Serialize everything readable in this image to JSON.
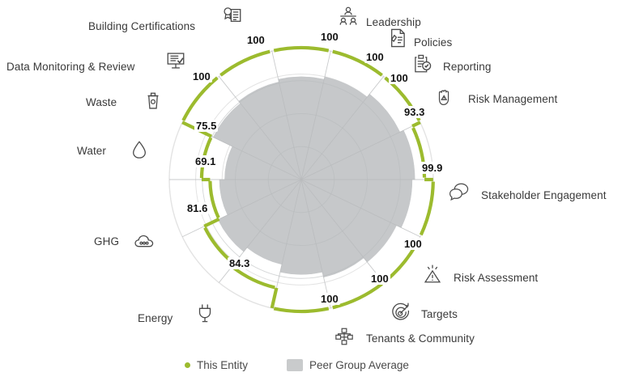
{
  "colors": {
    "entity_green": "#9CBB2E",
    "peer_gray": "#C6C8CA",
    "grid_gray": "#E3E3E3",
    "text": "#3a3a3a"
  },
  "legend": {
    "entity_label": "This Entity",
    "peer_label": "Peer Group Average",
    "entity_marker": "dot-marker",
    "peer_marker": "square-swatch"
  },
  "chart_data": {
    "type": "bar",
    "subtype": "polar-bar",
    "title": "",
    "xlabel": "",
    "ylabel": "",
    "rlim": [
      0,
      100
    ],
    "grid": true,
    "legend_position": "bottom",
    "categories": [
      "Leadership",
      "Policies",
      "Reporting",
      "Risk Management",
      "Stakeholder Engagement",
      "Risk Assessment",
      "Targets",
      "Tenants & Community",
      "Energy",
      "GHG",
      "Water",
      "Waste",
      "Data Monitoring & Review",
      "Building Certifications"
    ],
    "icons": [
      "leadership-icon",
      "policies-icon",
      "reporting-icon",
      "risk-management-icon",
      "stakeholder-engagement-icon",
      "risk-assessment-icon",
      "targets-icon",
      "tenants-community-icon",
      "energy-icon",
      "ghg-icon",
      "water-icon",
      "waste-icon",
      "data-monitoring-icon",
      "building-certifications-icon"
    ],
    "series": [
      {
        "name": "This Entity",
        "values": [
          100,
          100,
          100,
          93.3,
          99.9,
          100,
          100,
          100,
          84.3,
          81.6,
          69.1,
          75.5,
          100,
          100
        ],
        "value_labels": [
          "100",
          "100",
          "100",
          "93.3",
          "99.9",
          "100",
          "100",
          "100",
          "84.3",
          "81.6",
          "69.1",
          "75.5",
          "100",
          "100"
        ]
      },
      {
        "name": "Peer Group Average",
        "values": [
          78,
          80,
          83,
          86,
          84,
          80,
          76,
          72,
          66,
          70,
          62,
          58,
          74,
          76
        ]
      }
    ]
  },
  "labels": {
    "building_certifications": "Building Certifications",
    "data_monitoring": "Data Monitoring & Review",
    "waste": "Waste",
    "water": "Water",
    "ghg": "GHG",
    "energy": "Energy",
    "tenants": "Tenants & Community",
    "targets": "Targets",
    "risk_assessment": "Risk Assessment",
    "stakeholder": "Stakeholder Engagement",
    "risk_management": "Risk Management",
    "reporting": "Reporting",
    "policies": "Policies",
    "leadership": "Leadership"
  }
}
